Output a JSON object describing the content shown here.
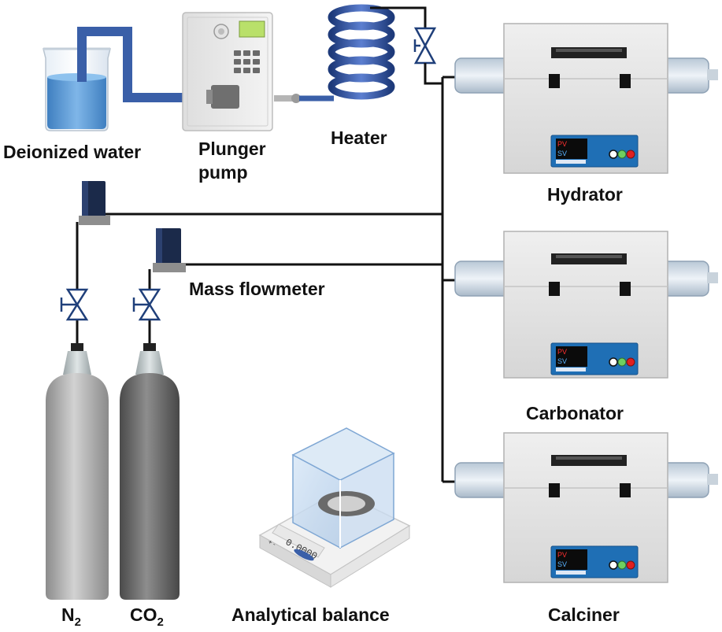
{
  "labels": {
    "deionized_water": "Deionized water",
    "plunger_pump_line1": "Plunger",
    "plunger_pump_line2": "pump",
    "heater": "Heater",
    "hydrator": "Hydrator",
    "carbonator": "Carbonator",
    "calciner": "Calciner",
    "mass_flowmeter": "Mass flowmeter",
    "n2_base": "N",
    "n2_sub": "2",
    "co2_base": "CO",
    "co2_sub": "2",
    "analytical_balance": "Analytical balance"
  },
  "furnace_panel": {
    "pv": "PV",
    "sv": "SV"
  },
  "balance_display": "0.0000",
  "balance_keys": "+ -",
  "colors": {
    "water": "#5b9bd5",
    "pipe_blue": "#3a5fa8",
    "coil_blue": "#2f4f9c",
    "furnace_body": "#e4e4e4",
    "panel_blue": "#1f6fb5",
    "n2_cylinder": "#a9a9a9",
    "co2_cylinder": "#6d6d6d",
    "flowmeter": "#1b2a4a"
  }
}
